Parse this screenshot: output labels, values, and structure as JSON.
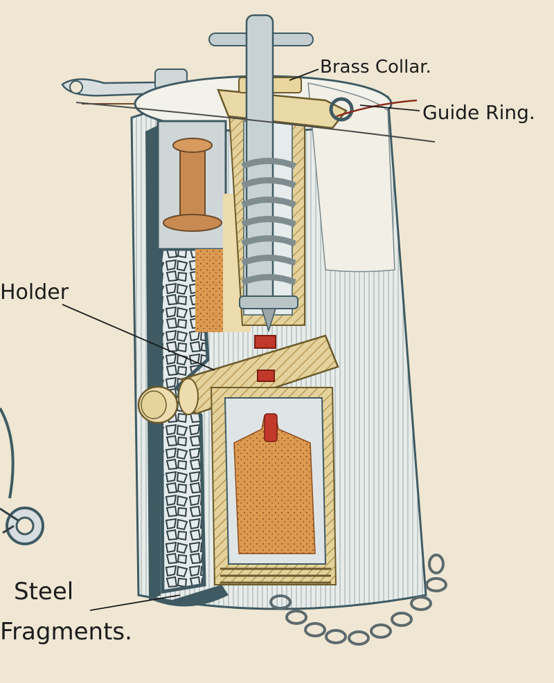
{
  "labels": {
    "brass_collar": "Brass Collar.",
    "guide_ring": "Guide Ring.",
    "holder": "Holder",
    "steel": "Steel",
    "fragments": "Fragments."
  },
  "colors": {
    "paper": "#efe7d4",
    "steel_grey": "#c9cfd0",
    "outline_blue": "#3f5a62",
    "brass": "#e9d9a6",
    "explosive_orange": "#d9944a",
    "detonator_red": "#c0392b"
  }
}
